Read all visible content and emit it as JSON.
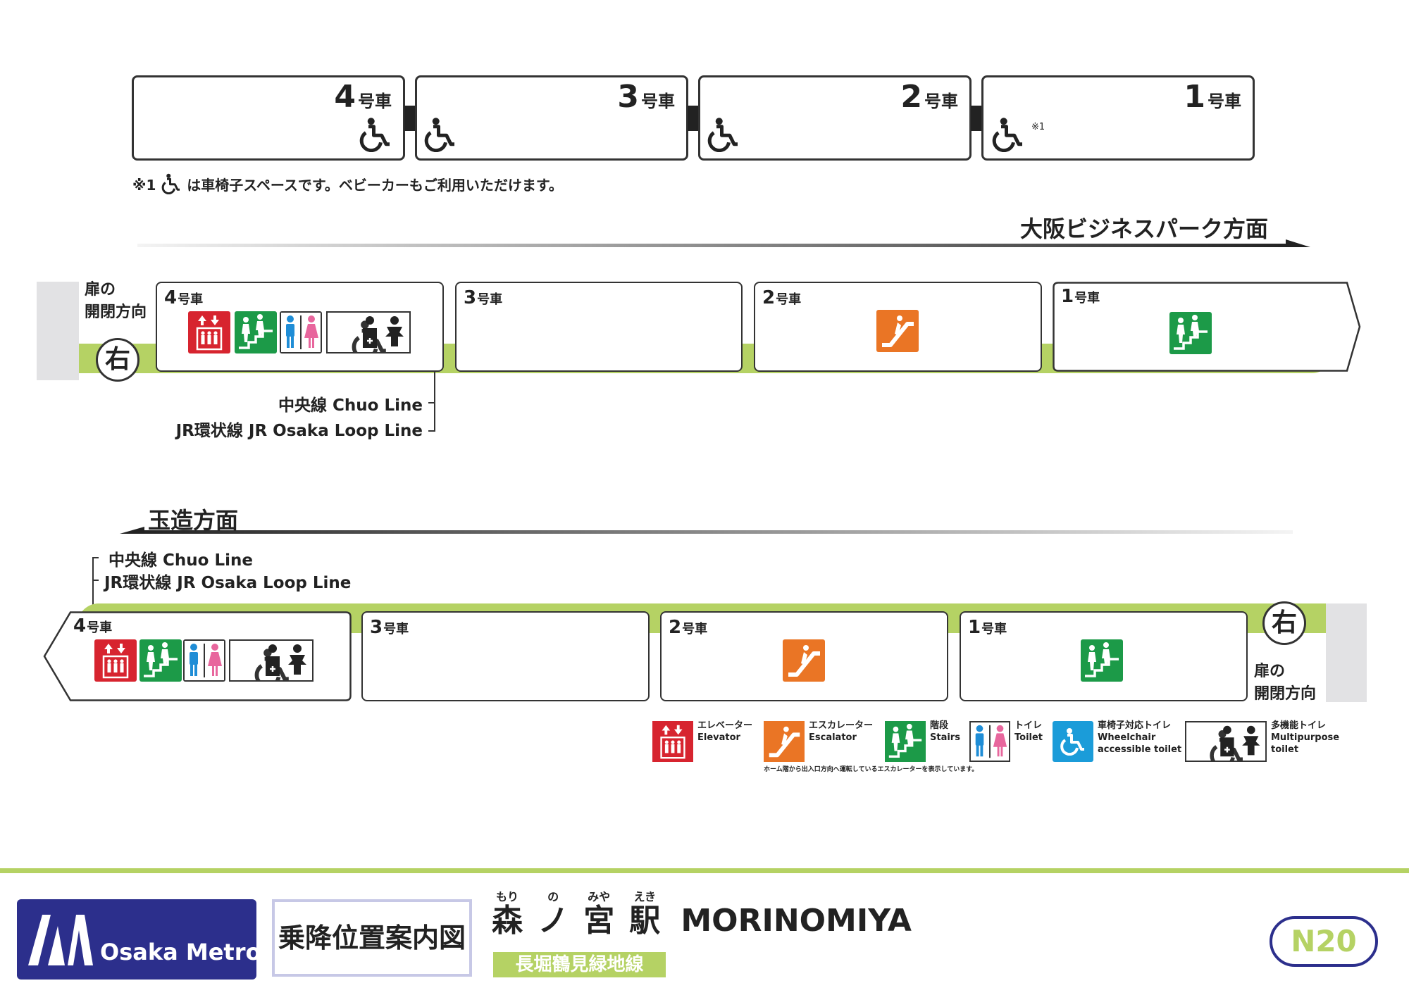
{
  "top_cars": {
    "cars": [
      {
        "num": "4",
        "suffix": "号車"
      },
      {
        "num": "3",
        "suffix": "号車"
      },
      {
        "num": "2",
        "suffix": "号車"
      },
      {
        "num": "1",
        "suffix": "号車"
      }
    ],
    "wheelchair_note_mark": "※1",
    "footnote_prefix": "※1",
    "footnote_text": "は車椅子スペースです。ベビーカーもご利用いただけます。"
  },
  "upper_platform": {
    "direction": "大阪ビジネスパーク方面",
    "door_label_1": "扉の",
    "door_label_2": "開閉方向",
    "door_side": "右",
    "cars": [
      {
        "num": "4",
        "suffix": "号車"
      },
      {
        "num": "3",
        "suffix": "号車"
      },
      {
        "num": "2",
        "suffix": "号車"
      },
      {
        "num": "1",
        "suffix": "号車"
      }
    ],
    "transfer_1": "中央線 Chuo Line",
    "transfer_2": "JR環状線 JR Osaka Loop Line"
  },
  "lower_platform": {
    "direction": "玉造方面",
    "door_label_1": "扉の",
    "door_label_2": "開閉方向",
    "door_side": "右",
    "cars": [
      {
        "num": "4",
        "suffix": "号車"
      },
      {
        "num": "3",
        "suffix": "号車"
      },
      {
        "num": "2",
        "suffix": "号車"
      },
      {
        "num": "1",
        "suffix": "号車"
      }
    ],
    "transfer_1": "中央線 Chuo Line",
    "transfer_2": "JR環状線 JR Osaka Loop Line"
  },
  "legend": {
    "elevator_jp": "エレベーター",
    "elevator_en": "Elevator",
    "escalator_jp": "エスカレーター",
    "escalator_en": "Escalator",
    "escalator_note": "ホーム階から出入口方向へ運転しているエスカレーターを表示しています。",
    "stairs_jp": "階段",
    "stairs_en": "Stairs",
    "toilet_jp": "トイレ",
    "toilet_en": "Toilet",
    "wc_jp": "車椅子対応トイレ",
    "wc_en_1": "Wheelchair",
    "wc_en_2": "accessible toilet",
    "multi_jp": "多機能トイレ",
    "multi_en_1": "Multipurpose",
    "multi_en_2": "toilet"
  },
  "footer": {
    "brand": "Osaka Metro",
    "title": "乗降位置案内図",
    "station_ruby": [
      "もり",
      "の",
      "みや",
      "えき"
    ],
    "station_kanji": [
      "森",
      "ノ",
      "宮",
      "駅"
    ],
    "station_en": "MORINOMIYA",
    "line_name": "長堀鶴見緑地線",
    "station_code": "N20"
  },
  "colors": {
    "line_green": "#b5d264",
    "elevator_red": "#d7242f",
    "escalator_orange": "#ea7525",
    "stairs_green": "#1c9a48",
    "wheelchair_blue": "#1b9cd9",
    "metro_navy": "#2c2f8c",
    "male_blue": "#1f8dd6",
    "female_pink": "#e8669d"
  }
}
